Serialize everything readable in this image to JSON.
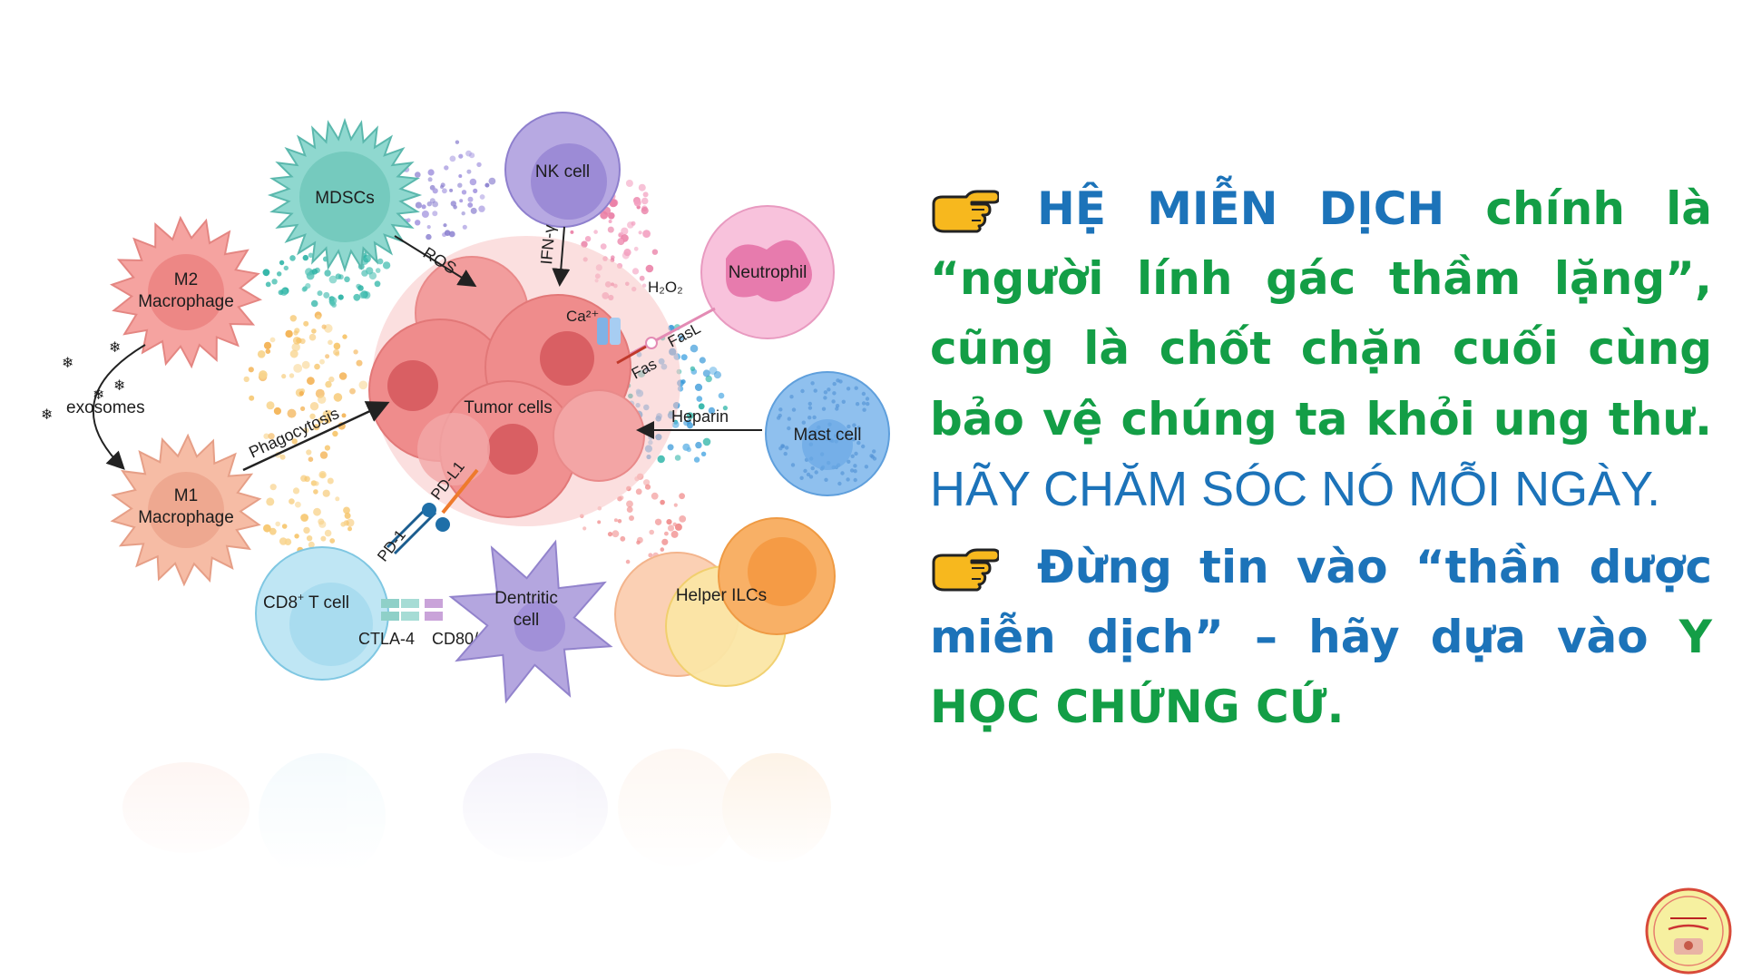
{
  "diagram": {
    "labels": {
      "mdscs": "MDSCs",
      "nk_cell": "NK cell",
      "m2_line1": "M2",
      "m2_line2": "Macrophage",
      "m1_line1": "M1",
      "m1_line2": "Macrophage",
      "exosomes": "exosomes",
      "ros": "ROS",
      "ifn": "IFN-γ",
      "h2o2": "H₂O₂",
      "neutrophil": "Neutrophil",
      "ca": "Ca²⁺",
      "fas": "Fas",
      "fasl": "FasL",
      "tumor": "Tumor cells",
      "phagocytosis": "Phagocytosis",
      "heparin": "Heparin",
      "mast_cell": "Mast cell",
      "pdl1": "PD-L1",
      "pd1": "PD-1",
      "cd8_main": "CD8",
      "cd8_sup": "+",
      "cd8_rest": " T cell",
      "ctla4": "CTLA-4",
      "cd80": "CD80/86",
      "dendritic_line1": "Dentritic",
      "dendritic_line2": "cell",
      "helper_ilcs": "Helper ILCs"
    },
    "colors": {
      "mdscs": "#8fd8cf",
      "nk": "#b7a9e2",
      "m2": "#f5a3a0",
      "m1": "#f6bca5",
      "neutrophil": "#f8c2dc",
      "tumor": "#ef8c8c",
      "mast": "#8fc0ee",
      "cd8": "#bfe6f4",
      "dendritic": "#b4a6df",
      "helper_a": "#fbd0b4",
      "helper_b": "#fbe6a6",
      "helper_c": "#f8b066"
    }
  },
  "text": {
    "p1_blue_heading": "HỆ MIỄN DỊCH",
    "p1_green": " chính là “người lính gác thầm lặng”, cũng là chốt chặn cuối cùng bảo vệ chúng ta khỏi ung thư.",
    "p1_blue_light": " HÃY CHĂM SÓC NÓ MỖI NGÀY.",
    "p2_blue": "Đừng tin vào “thần dược miễn dịch” – hãy dựa vào",
    "p2_green": " Y HỌC CHỨNG CỨ."
  },
  "icons": {
    "bullet": "pointing-hand-icon",
    "logo": "logo-badge-icon"
  }
}
